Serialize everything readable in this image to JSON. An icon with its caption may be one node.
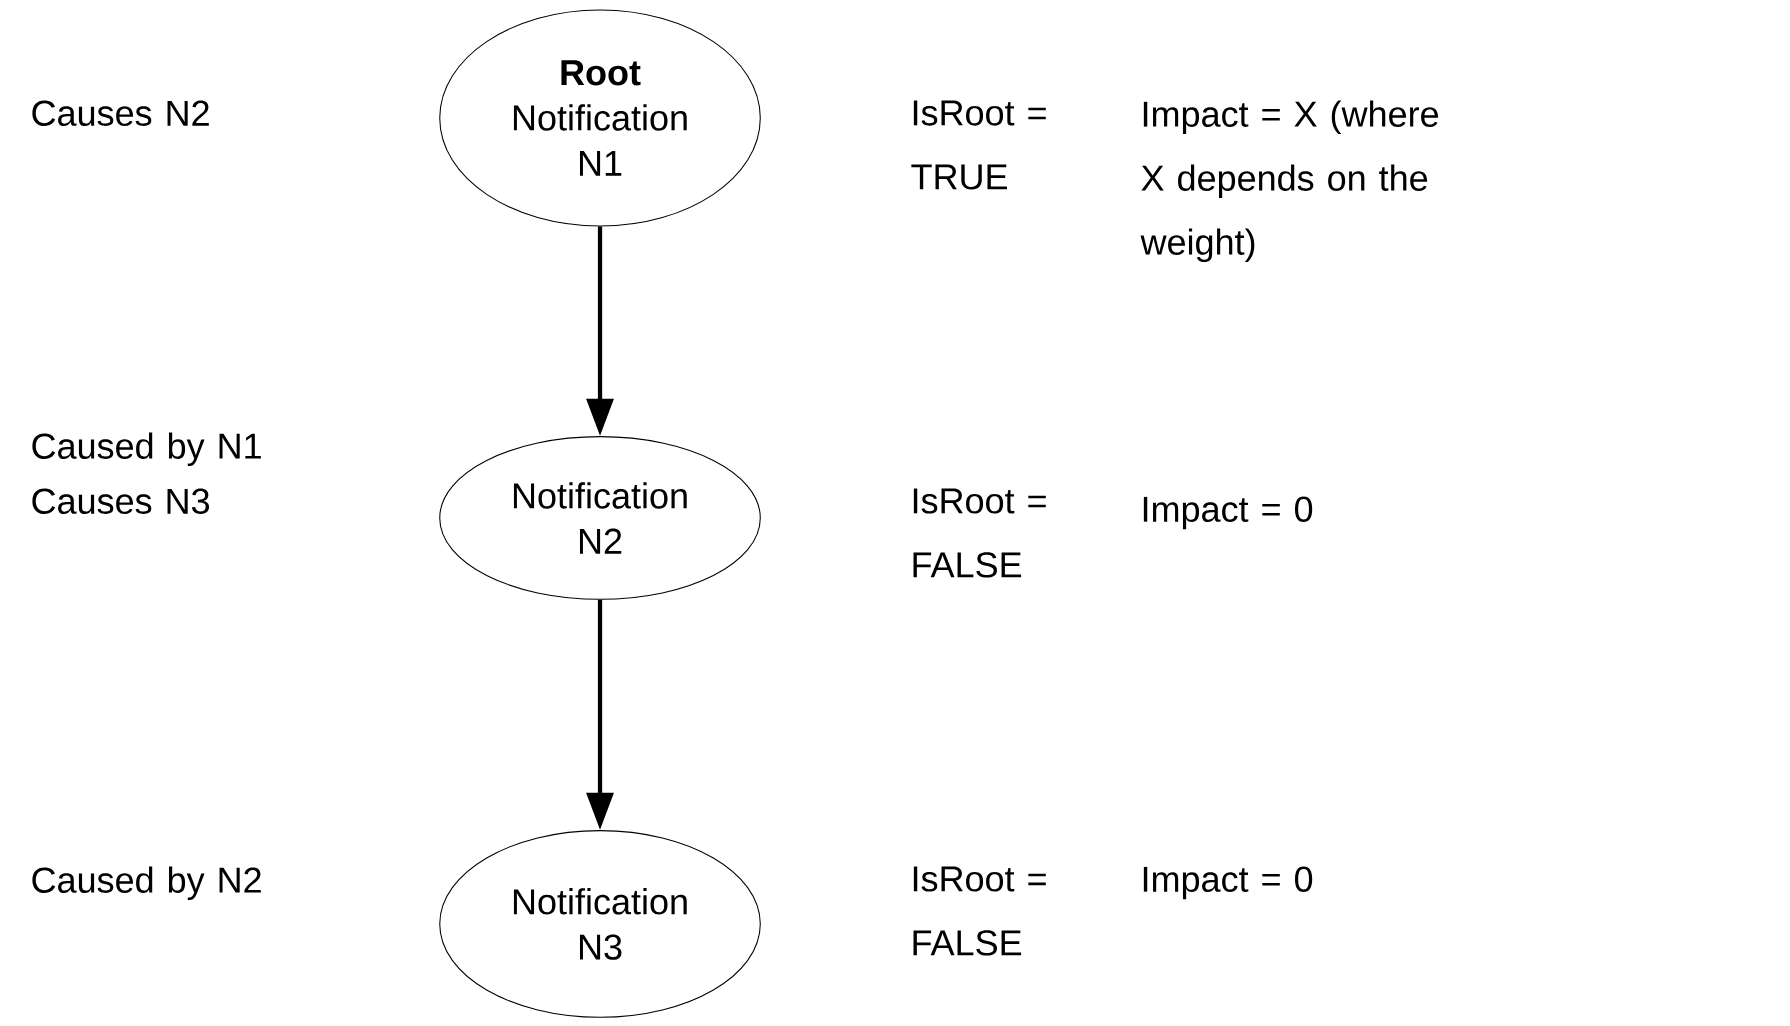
{
  "diagram": {
    "nodes": [
      {
        "text": [
          "Root",
          "Notification N1"
        ]
      },
      {
        "text": [
          "Notification N2"
        ]
      },
      {
        "text": [
          "Notification N3"
        ]
      }
    ],
    "edges": [
      {
        "from": 0,
        "to": 1,
        "arrow": "to"
      },
      {
        "from": 1,
        "to": 2,
        "arrow": "to"
      }
    ],
    "labels": [
      "Causes N2",
      "IsRoot = TRUE",
      "Impact = X (where X depends on the weight)",
      "Caused by N1",
      "Causes N3",
      "IsRoot = FALSE",
      "Impact = 0",
      "Caused by N2",
      "IsRoot = FALSE",
      "Impact = 0"
    ]
  }
}
